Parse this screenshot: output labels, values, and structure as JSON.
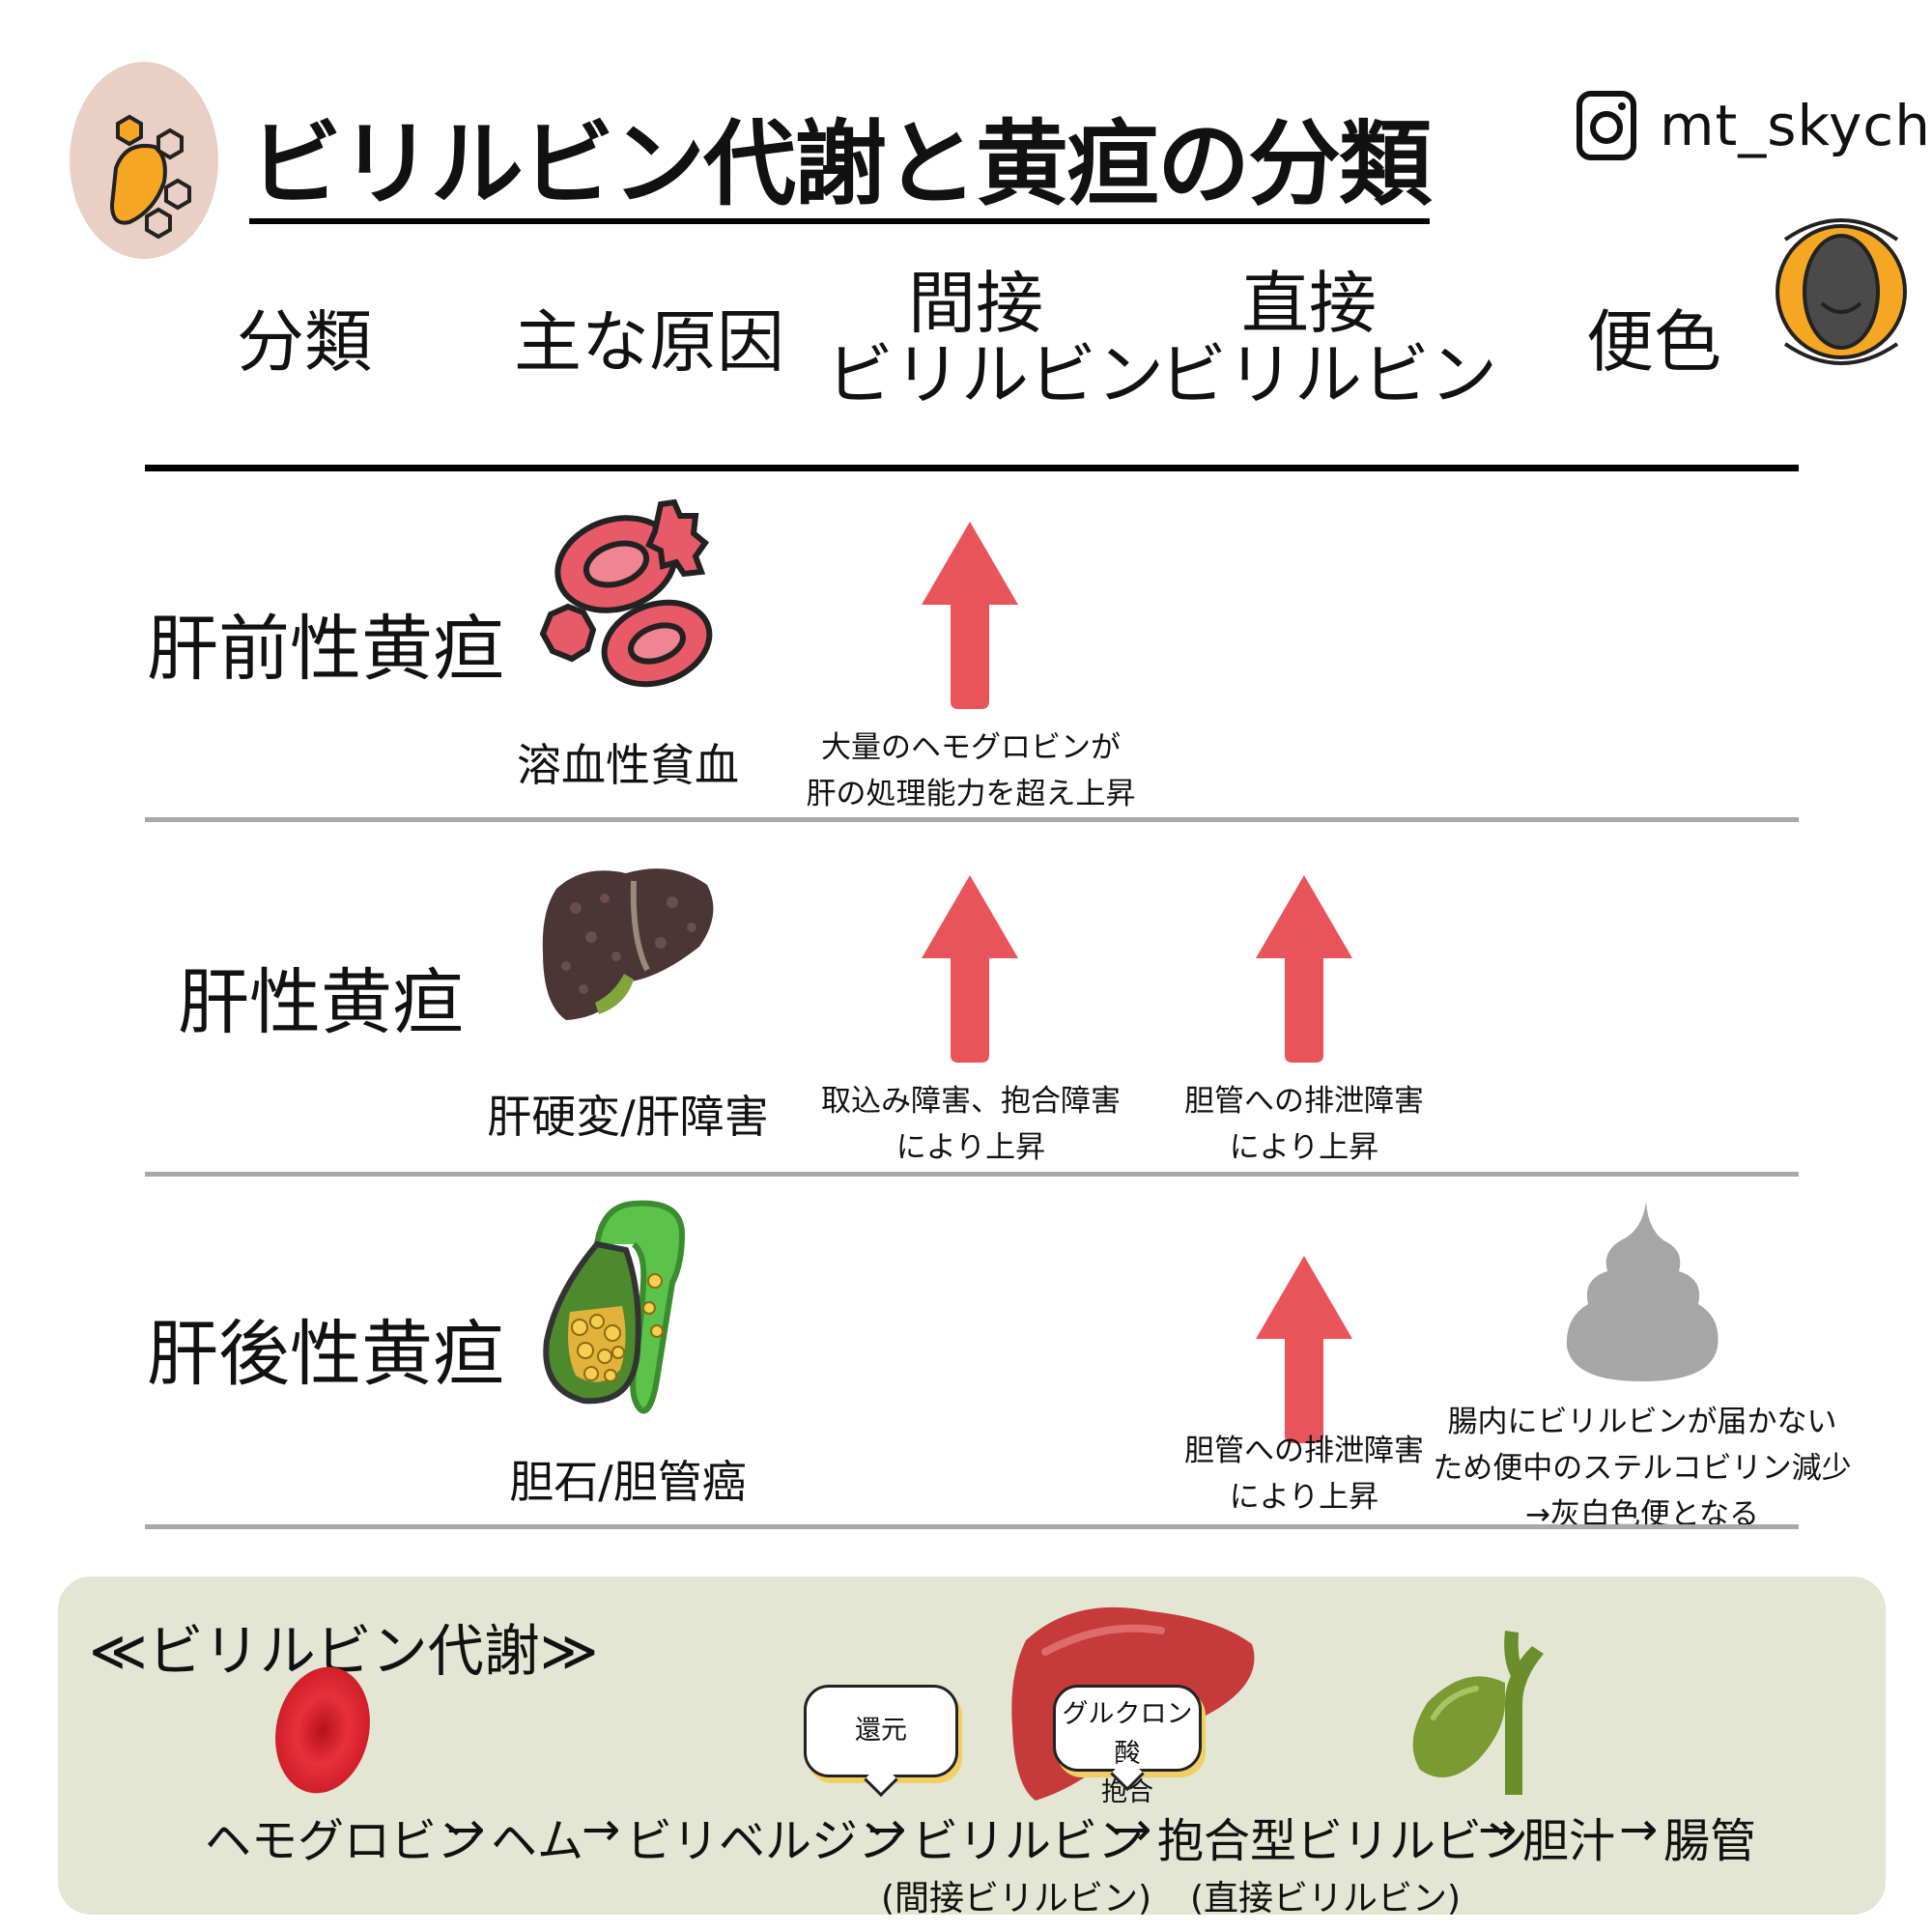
{
  "title": "ビリルビン代謝と黄疸の分類",
  "instagram_handle": "mt_skychi",
  "headers": {
    "classification": "分類",
    "cause": "主な原因",
    "indirect_line1": "間接",
    "indirect_line2": "ビリルビン",
    "direct_line1": "直接",
    "direct_line2": "ビリルビン",
    "stool": "便色"
  },
  "rows": [
    {
      "label": "肝前性黄疸",
      "cause": "溶血性貧血",
      "indirect_note": [
        "大量のヘモグロビンが",
        "肝の処理能力を超え上昇"
      ]
    },
    {
      "label": "肝性黄疸",
      "cause": "肝硬変/肝障害",
      "indirect_note": [
        "取込み障害、抱合障害",
        "により上昇"
      ],
      "direct_note": [
        "胆管への排泄障害",
        "により上昇"
      ]
    },
    {
      "label": "肝後性黄疸",
      "cause": "胆石/胆管癌",
      "direct_note": [
        "胆管への排泄障害",
        "により上昇"
      ],
      "stool_note": [
        "腸内にビリルビンが届かない",
        "ため便中のステルコビリン減少",
        "→灰白色便となる"
      ]
    }
  ],
  "metabolism": {
    "title": "≪ビリルビン代謝≫",
    "steps": [
      "ヘモグロビン",
      "→",
      "ヘム",
      "→",
      "ビリベルジン",
      "→",
      "ビリルビン",
      "→",
      "抱合型ビリルビン",
      "→",
      "胆汁",
      "→",
      "腸管"
    ],
    "sub_indirect": "(間接ビリルビン)",
    "sub_direct": "(直接ビリルビン)",
    "bubble_reduction": "還元",
    "bubble_glucuronic_line1": "グルクロン酸",
    "bubble_glucuronic_line2": "抱合"
  },
  "colors": {
    "arrow": "#e8545a",
    "rbc": "#e85a68",
    "liver_dark": "#4b3535",
    "stool": "#a6a6a6",
    "panel": "#e3e6d3",
    "eye_ring": "#f5a623",
    "badge_bg": "#e9cfc4"
  },
  "icons": [
    "liver-hexagon-badge-icon",
    "instagram-icon",
    "eye-icon",
    "red-blood-cell-icon",
    "cirrhotic-liver-icon",
    "gallbladder-stones-icon",
    "stool-icon",
    "erythrocyte-icon",
    "liver-icon",
    "gallbladder-icon",
    "up-arrow-icon"
  ]
}
